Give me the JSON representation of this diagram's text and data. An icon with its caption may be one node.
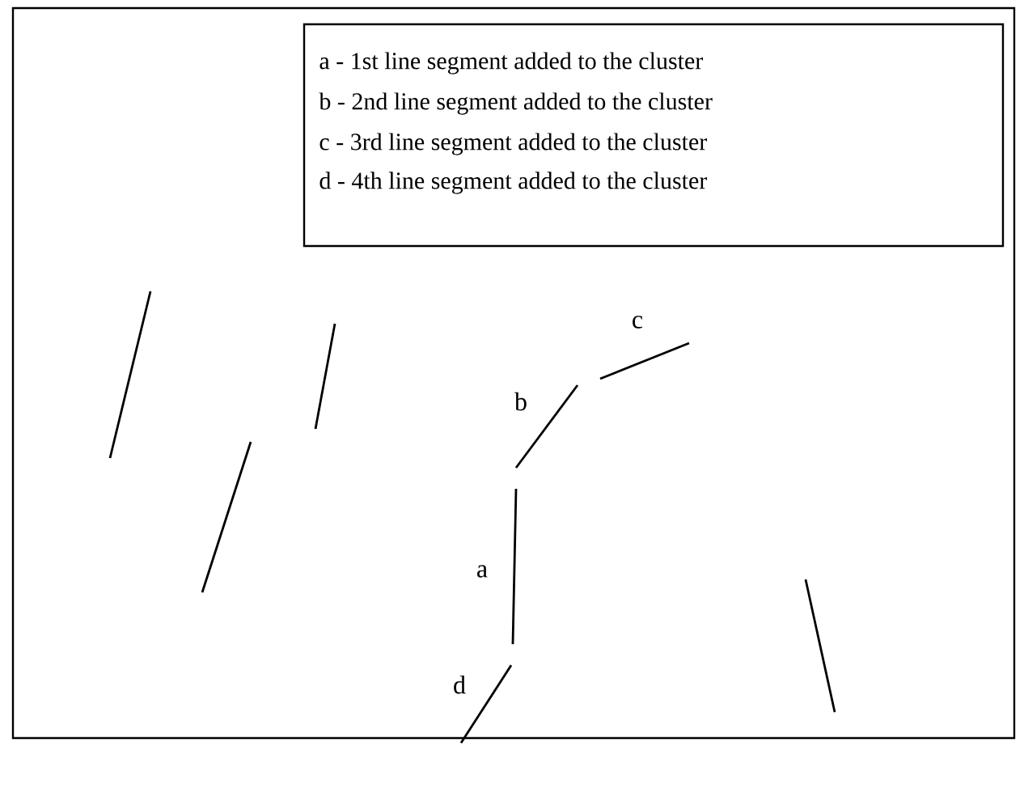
{
  "diagram": {
    "labels": [
      "a - 1st line segment added to the cluster",
      "b - 2nd line segment added to the cluster",
      "c - 3rd line segment added to the cluster",
      "d - 4th line segment added to the cluster",
      "c",
      "b",
      "a",
      "d"
    ]
  }
}
